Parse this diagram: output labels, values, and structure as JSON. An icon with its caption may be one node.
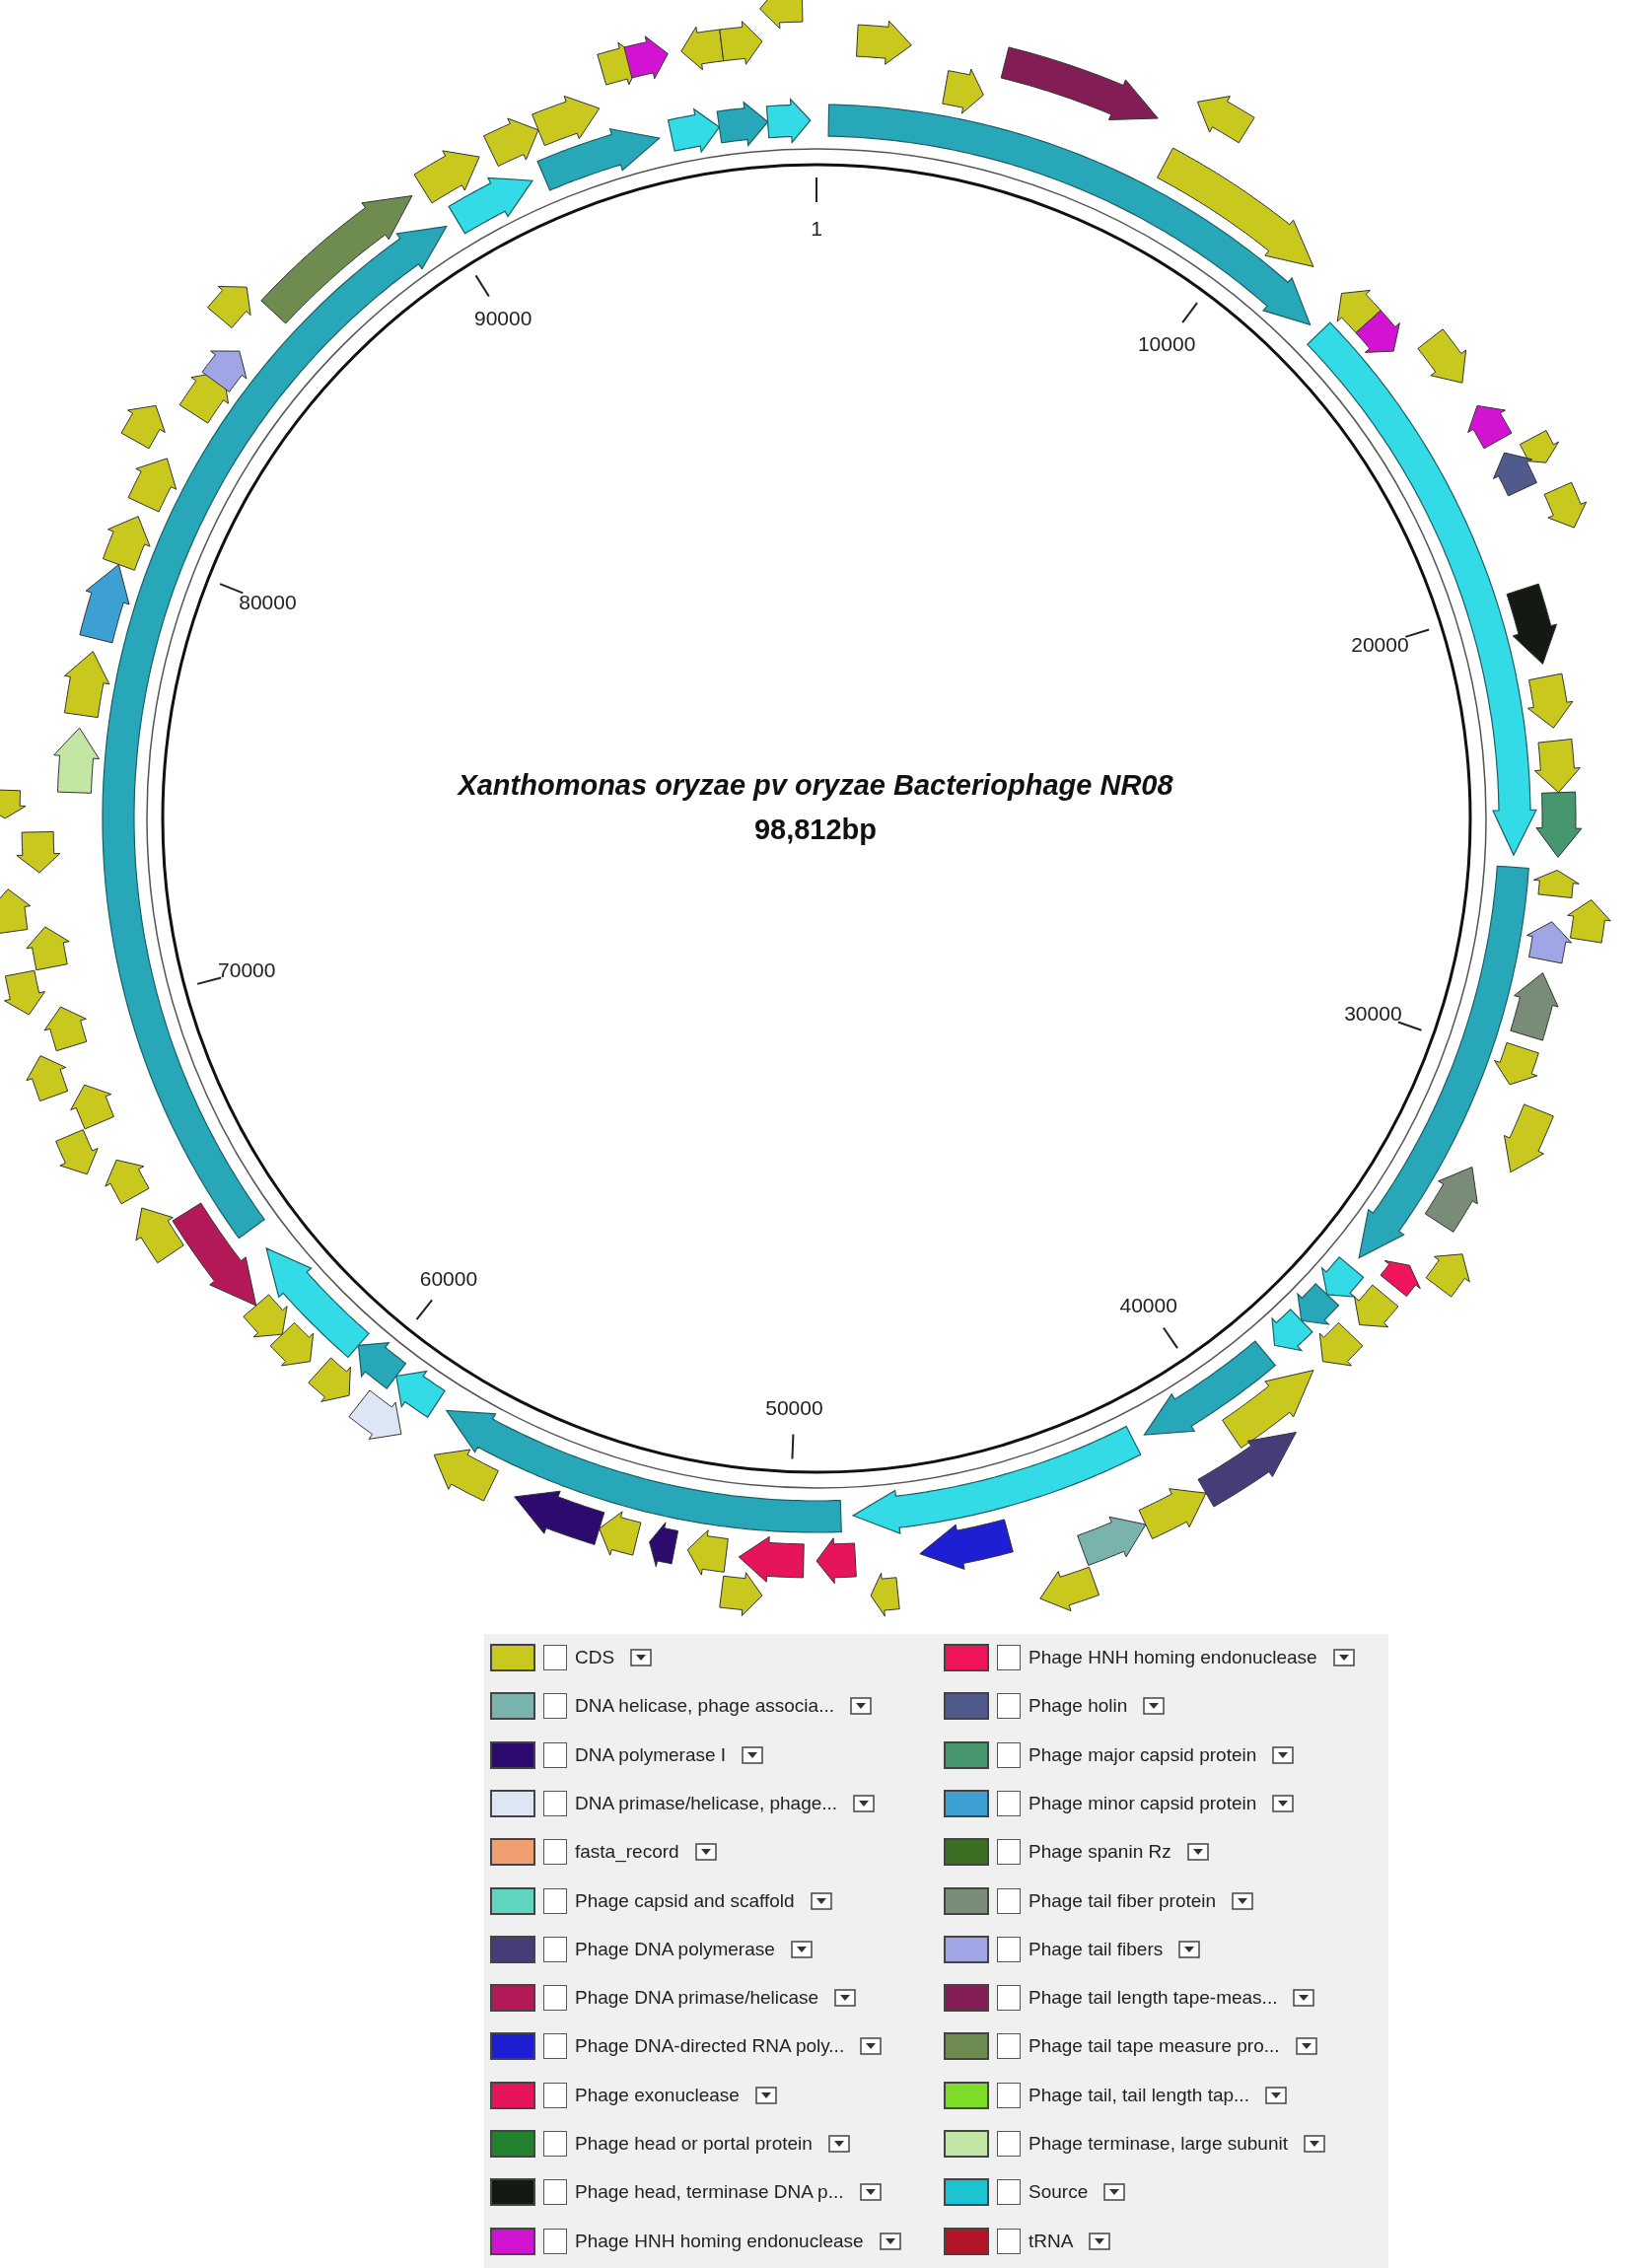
{
  "diagram": {
    "title": "Xanthomonas oryzae pv oryzae Bacteriophage NR08",
    "labels": [
      "1",
      "10000",
      "20000",
      "30000",
      "40000",
      "50000",
      "60000",
      "70000",
      "80000",
      "90000",
      "98,812bp"
    ],
    "legend": [
      {
        "text": "CDS",
        "color": "#c8c81e"
      },
      {
        "text": "DNA helicase, phage associa...",
        "color": "#7ab3ad"
      },
      {
        "text": "DNA polymerase I",
        "color": "#2d0a6e"
      },
      {
        "text": "DNA primase/helicase, phage...",
        "color": "#dce6f5"
      },
      {
        "text": "fasta_record",
        "color": "#f0a070"
      },
      {
        "text": "Phage capsid and scaffold",
        "color": "#5fd4bf"
      },
      {
        "text": "Phage DNA polymerase",
        "color": "#463c78"
      },
      {
        "text": "Phage DNA primase/helicase",
        "color": "#b4195a"
      },
      {
        "text": "Phage DNA-directed RNA poly...",
        "color": "#1e1ed2"
      },
      {
        "text": "Phage exonuclease",
        "color": "#e6145a"
      },
      {
        "text": "Phage head or portal protein",
        "color": "#23822d"
      },
      {
        "text": "Phage head, terminase DNA p...",
        "color": "#141914"
      },
      {
        "text": "Phage HNH homing endonuclease",
        "color": "#d214d2"
      },
      {
        "text": "Phage HNH homing endonuclease",
        "color": "#f0145a"
      },
      {
        "text": "Phage holin",
        "color": "#505a8c"
      },
      {
        "text": "Phage major capsid protein",
        "color": "#46966e"
      },
      {
        "text": "Phage minor capsid protein",
        "color": "#3ca0d2"
      },
      {
        "text": "Phage spanin Rz",
        "color": "#3c6e23"
      },
      {
        "text": "Phage tail fiber protein",
        "color": "#788c78"
      },
      {
        "text": "Phage tail fibers",
        "color": "#a0a5e6"
      },
      {
        "text": "Phage tail length tape-meas...",
        "color": "#821e55"
      },
      {
        "text": "Phage tail tape measure pro...",
        "color": "#6e8c50"
      },
      {
        "text": "Phage tail, tail length tap...",
        "color": "#7ddc28"
      },
      {
        "text": "Phage terminase, large subunit",
        "color": "#c3e6a5"
      },
      {
        "text": "Source",
        "color": "#1ec3d2"
      },
      {
        "text": "tRNA",
        "color": "#b41428"
      }
    ]
  }
}
